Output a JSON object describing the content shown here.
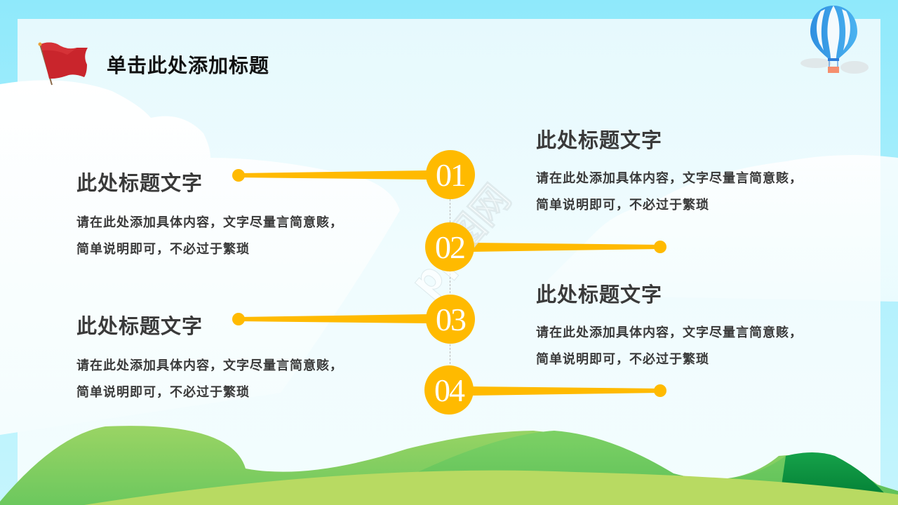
{
  "slide": {
    "title": "单击此处添加标题",
    "icons": {
      "flag": "red-flag-icon",
      "balloon": "hot-air-balloon-icon"
    },
    "colors": {
      "frame": "#8fe9fb",
      "panel": "#e6f9fd",
      "accent": "#ffba00",
      "text": "#3a3a3a",
      "title": "#111111",
      "flag": "#c9252c",
      "balloon": "#3aa0e8"
    },
    "watermark": "pp图网"
  },
  "timeline": [
    {
      "number": "01",
      "side": "left",
      "heading": "此处标题文字",
      "body_line1": "请在此处添加具体内容，文字尽量言简意赅，",
      "body_line2": "简单说明即可，不必过于繁琐"
    },
    {
      "number": "02",
      "side": "right",
      "heading": "此处标题文字",
      "body_line1": "请在此处添加具体内容，文字尽量言简意赅，",
      "body_line2": "简单说明即可，不必过于繁琐"
    },
    {
      "number": "03",
      "side": "left",
      "heading": "此处标题文字",
      "body_line1": "请在此处添加具体内容，文字尽量言简意赅，",
      "body_line2": "简单说明即可，不必过于繁琐"
    },
    {
      "number": "04",
      "side": "right",
      "heading": "此处标题文字",
      "body_line1": "请在此处添加具体内容，文字尽量言简意赅，",
      "body_line2": "简单说明即可，不必过于繁琐"
    }
  ]
}
